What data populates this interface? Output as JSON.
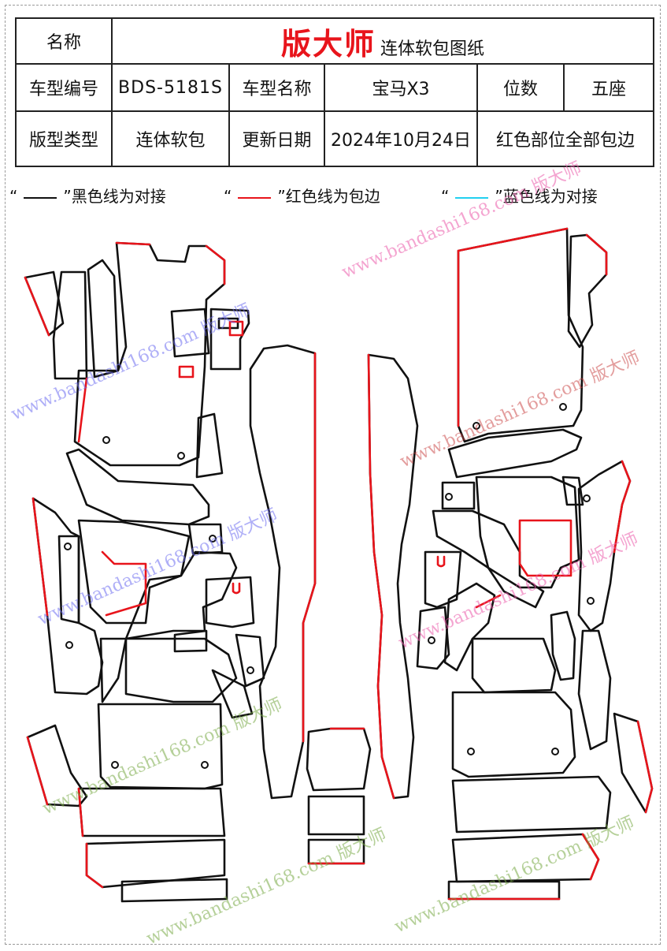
{
  "header": {
    "name_label": "名称",
    "brand": "版大师",
    "brand_sub": "连体软包图纸",
    "model_code_label": "车型编号",
    "model_code": "BDS-5181S",
    "model_name_label": "车型名称",
    "model_name": "宝马X3",
    "seats_label": "位数",
    "seats": "五座",
    "pattern_type_label": "版型类型",
    "pattern_type": "连体软包",
    "update_label": "更新日期",
    "update_date": "2024年10月24日",
    "note": "红色部位全部包边"
  },
  "legend": [
    {
      "open": "“",
      "close": "”",
      "text": "黑色线为对接",
      "color": "#111111"
    },
    {
      "open": "“",
      "close": "”",
      "text": "红色线为包边",
      "color": "#e8141b"
    },
    {
      "open": "“",
      "close": "”",
      "text": "蓝色线为对接",
      "color": "#22d0f0"
    }
  ],
  "watermark": "www.bandashi168.com 版大师",
  "colors": {
    "cut": "#111111",
    "edge": "#e8141b",
    "brand": "#e8141b"
  }
}
